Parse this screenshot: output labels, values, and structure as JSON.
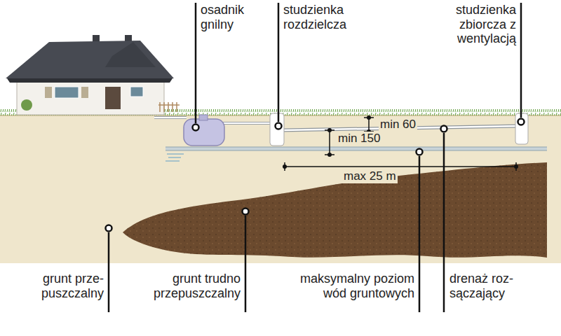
{
  "diagram": {
    "labels": [
      "osadnik gnilny",
      "studzienka rozdzielcza",
      "studzienka zbiorcza z wentylacją",
      "min 60",
      "min 150",
      "max 25 m",
      "grunt prze- puszczalny",
      "grunt trudno przepuszczalny",
      "maksymalny poziom wód gruntowych",
      "drenaż roz- sączający"
    ]
  }
}
